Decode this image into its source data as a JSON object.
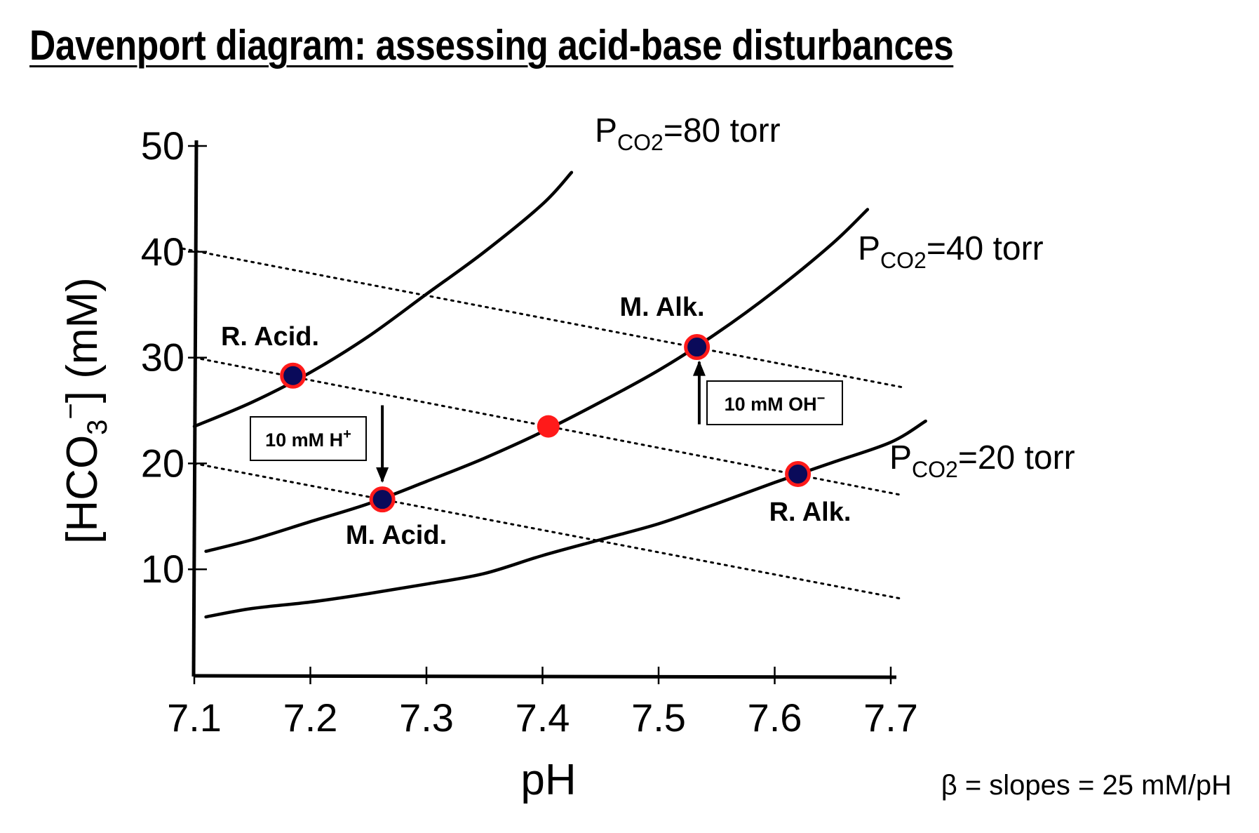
{
  "title": "Davenport diagram: assessing acid-base disturbances",
  "footnote": "β = slopes = 25 mM/pH",
  "colors": {
    "curve": "#000000",
    "point_fill": "#0a0a5a",
    "point_ring": "#ff1a1a",
    "normal_point": "#ff1a1a"
  },
  "chart_data": {
    "type": "line",
    "xlabel": "pH",
    "ylabel": {
      "main": "[HCO",
      "sub": "3",
      "sup": "−",
      "tail": "] (mM)"
    },
    "xlim": [
      7.1,
      7.7
    ],
    "ylim": [
      0,
      50
    ],
    "x_ticks": [
      "7.1",
      "7.2",
      "7.3",
      "7.4",
      "7.5",
      "7.6",
      "7.7"
    ],
    "y_ticks": [
      "10",
      "20",
      "30",
      "40",
      "50"
    ],
    "grid": false,
    "isopleths": [
      {
        "label": {
          "p": "P",
          "sub": "CO2",
          "rest": "=80 torr"
        },
        "x": [
          7.1,
          7.15,
          7.2,
          7.25,
          7.3,
          7.35,
          7.4,
          7.425
        ],
        "y": [
          23.5,
          25.8,
          28.6,
          32.0,
          36.0,
          40.0,
          44.5,
          47.5
        ]
      },
      {
        "label": {
          "p": "P",
          "sub": "CO2",
          "rest": "=40 torr"
        },
        "x": [
          7.11,
          7.15,
          7.2,
          7.25,
          7.3,
          7.35,
          7.4,
          7.45,
          7.5,
          7.55,
          7.6,
          7.65,
          7.68
        ],
        "y": [
          11.7,
          12.8,
          14.5,
          16.2,
          18.3,
          20.5,
          23.0,
          25.8,
          28.8,
          32.3,
          36.3,
          40.8,
          44.0
        ]
      },
      {
        "label": {
          "p": "P",
          "sub": "CO2",
          "rest": "=20 torr"
        },
        "x": [
          7.11,
          7.15,
          7.2,
          7.25,
          7.3,
          7.35,
          7.4,
          7.45,
          7.5,
          7.55,
          7.6,
          7.65,
          7.7,
          7.73
        ],
        "y": [
          5.5,
          6.3,
          6.9,
          7.7,
          8.6,
          9.6,
          11.3,
          12.8,
          14.3,
          16.2,
          18.2,
          20.1,
          22.0,
          24.0
        ]
      }
    ],
    "buffer_lines": [
      {
        "x": [
          7.09,
          7.71
        ],
        "y": [
          40.3,
          27.2
        ]
      },
      {
        "x": [
          7.1,
          7.71
        ],
        "y": [
          30.0,
          17.0
        ]
      },
      {
        "x": [
          7.1,
          7.71
        ],
        "y": [
          20.0,
          7.2
        ]
      }
    ],
    "points": [
      {
        "name": "R. Acid.",
        "x": 7.185,
        "y": 28.3
      },
      {
        "name": "M. Acid.",
        "x": 7.262,
        "y": 16.6
      },
      {
        "name": "normal",
        "x": 7.405,
        "y": 23.5
      },
      {
        "name": "M. Alk.",
        "x": 7.533,
        "y": 31.0
      },
      {
        "name": "R. Alk.",
        "x": 7.62,
        "y": 19.0
      }
    ],
    "annotations": [
      {
        "text": "10 mM H",
        "sup": "+",
        "arrow": "down",
        "from": [
          7.262,
          25.5
        ],
        "to": [
          7.262,
          18.3
        ]
      },
      {
        "text": "10 mM OH",
        "sup": "−",
        "arrow": "up",
        "from": [
          7.535,
          23.7
        ],
        "to": [
          7.535,
          29.6
        ]
      }
    ]
  }
}
